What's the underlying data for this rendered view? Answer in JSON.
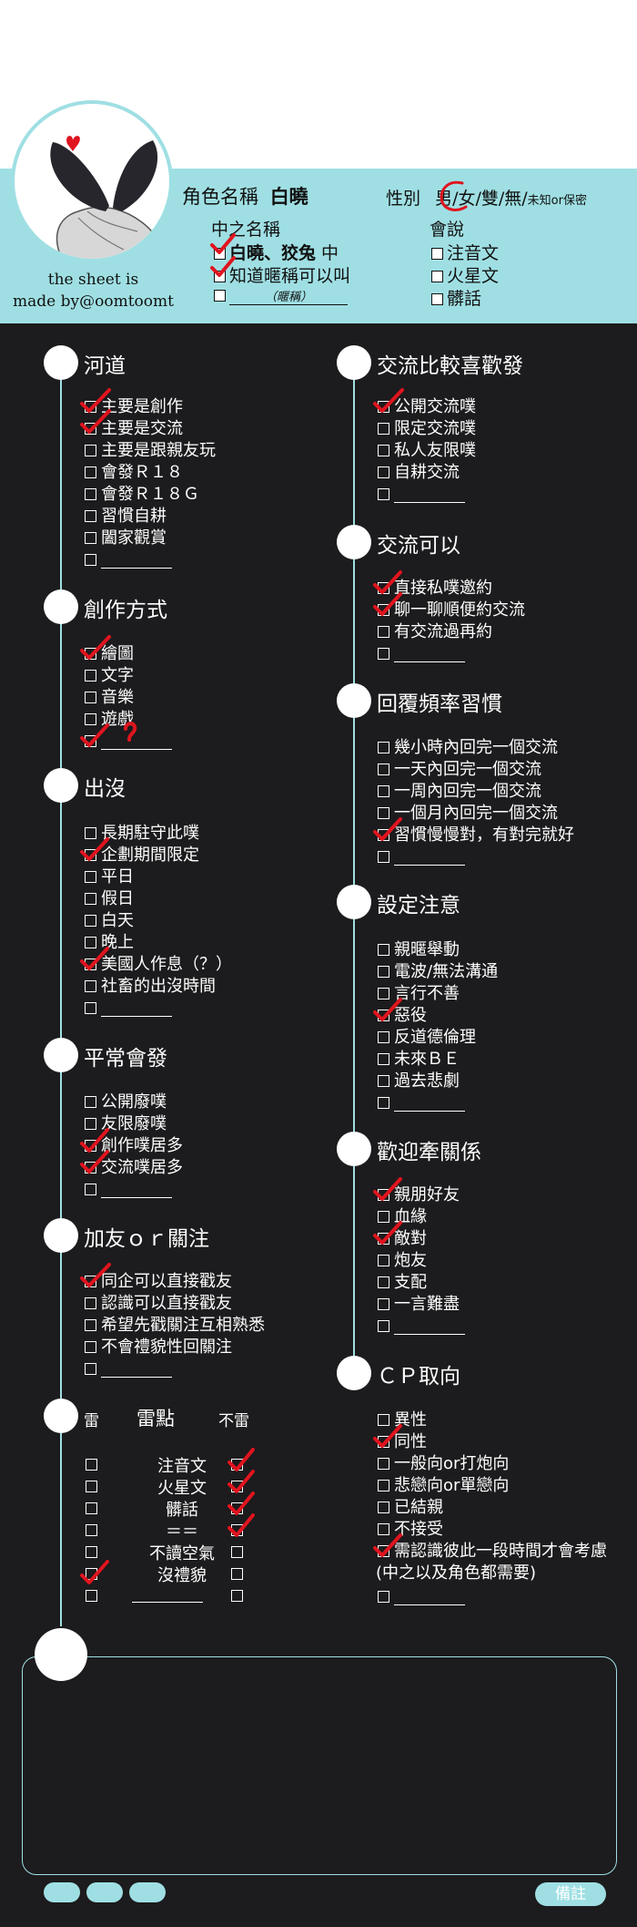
{
  "header": {
    "credit_line1": "the sheet is",
    "credit_line2": "made by@oomtoomt",
    "name_label": "角色名稱",
    "name_value": "白曉",
    "gender_label": "性別",
    "gender_options": "男/女/雙/無/",
    "gender_small": "未知or保密",
    "zhong_label": "中之名稱",
    "zhong_opt1_bold": "白曉、狡兔",
    "zhong_opt1_tail": " 中",
    "zhong_opt2": "知道暱稱可以叫",
    "zhong_opt3": "（暱稱）",
    "speak_label": "會說",
    "speak_opts": [
      "注音文",
      "火星文",
      "髒話"
    ]
  },
  "left_sections": [
    {
      "title": "河道",
      "items": [
        "主要是創作",
        "主要是交流",
        "主要是跟親友玩",
        "會發Ｒ１８",
        "會發Ｒ１８Ｇ",
        "習慣自耕",
        "闔家觀賞",
        ""
      ]
    },
    {
      "title": "創作方式",
      "items": [
        "繪圖",
        "文字",
        "音樂",
        "遊戲",
        ""
      ]
    },
    {
      "title": "出沒",
      "items": [
        "長期駐守此噗",
        "企劃期間限定",
        "平日",
        "假日",
        "白天",
        "晚上",
        "美國人作息（？）",
        "社畜的出沒時間",
        ""
      ]
    },
    {
      "title": "平常會發",
      "items": [
        "公開廢噗",
        "友限廢噗",
        "創作噗居多",
        "交流噗居多",
        ""
      ]
    },
    {
      "title": "加友ｏｒ關注",
      "items": [
        "同企可以直接戳友",
        "認識可以直接戳友",
        "希望先戳關注互相熟悉",
        "不會禮貌性回關注",
        ""
      ]
    }
  ],
  "right_sections": [
    {
      "title": "交流比較喜歡發",
      "items": [
        "公開交流噗",
        "限定交流噗",
        "私人友限噗",
        "自耕交流",
        ""
      ]
    },
    {
      "title": "交流可以",
      "items": [
        "直接私噗邀約",
        "聊一聊順便約交流",
        "有交流過再約",
        ""
      ]
    },
    {
      "title": "回覆頻率習慣",
      "items": [
        "幾小時內回完一個交流",
        "一天內回完一個交流",
        "一周內回完一個交流",
        "一個月內回完一個交流",
        "習慣慢慢對，有對完就好",
        ""
      ]
    },
    {
      "title": "設定注意",
      "items": [
        "親暱舉動",
        "電波/無法溝通",
        "言行不善",
        "惡役",
        "反道德倫理",
        "未來ＢＥ",
        "過去悲劇",
        ""
      ]
    },
    {
      "title": "歡迎牽關係",
      "items": [
        "親朋好友",
        "血緣",
        "敵對",
        "炮友",
        "支配",
        "一言難盡",
        ""
      ]
    },
    {
      "title": "ＣＰ取向",
      "items": [
        "異性",
        "同性",
        "一般向or打炮向",
        "悲戀向or單戀向",
        "已結親",
        "不接受",
        "需認識彼此一段時間才會考慮",
        "(中之以及角色都需要)",
        ""
      ]
    }
  ],
  "lei": {
    "col_lei": "雷",
    "col_title": "雷點",
    "col_bulei": "不雷",
    "rows": [
      "注音文",
      "火星文",
      "髒話",
      "＝＝",
      "不讀空氣",
      "沒禮貌",
      ""
    ]
  },
  "footer": {
    "memo": "備註"
  },
  "colors": {
    "accent": "#9fdfe3",
    "background": "#1c1b1d",
    "check": "#e0141e"
  }
}
